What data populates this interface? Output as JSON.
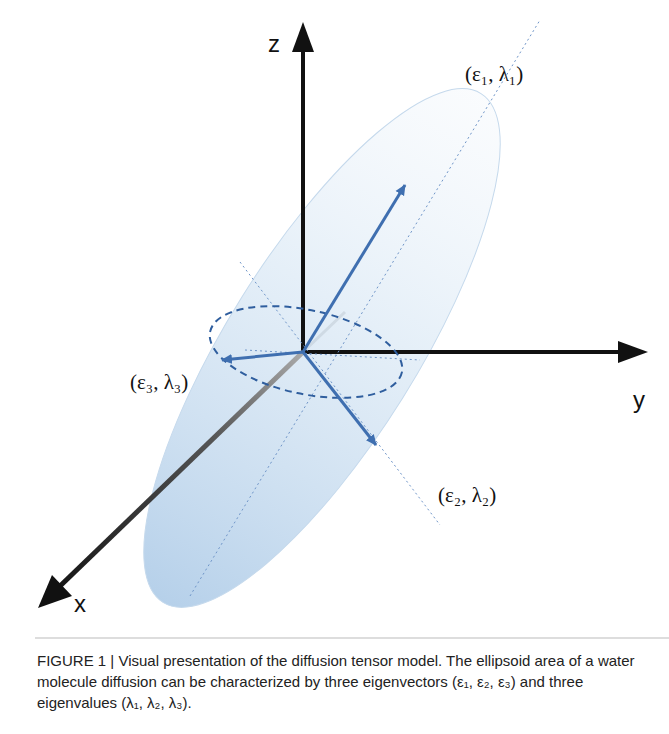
{
  "diagram": {
    "caption": "FIGURE 1 | Visual presentation of the diffusion tensor model. The ellipsoid area of a water molecule diffusion can be characterized by three eigenvectors (ε₁, ε₂, ε₃) and three eigenvalues (λ₁, λ₂, λ₃).",
    "labels": [
      "z",
      "(ε₁, λ₁)",
      "(ε₃, λ₃)",
      "y",
      "(ε₂, λ₂)",
      "x"
    ]
  }
}
